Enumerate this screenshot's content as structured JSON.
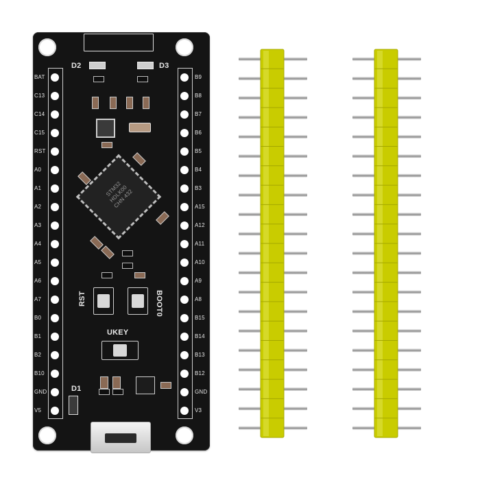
{
  "board": {
    "left_pins": [
      "BAT",
      "C13",
      "C14",
      "C15",
      "RST",
      "A0",
      "A1",
      "A2",
      "A3",
      "A4",
      "A5",
      "A6",
      "A7",
      "B0",
      "B1",
      "B2",
      "B10",
      "GND",
      "V5"
    ],
    "right_pins": [
      "B9",
      "B8",
      "B7",
      "B6",
      "B5",
      "B4",
      "B3",
      "A15",
      "A12",
      "A11",
      "A10",
      "A9",
      "A8",
      "B15",
      "B14",
      "B13",
      "B12",
      "GND",
      "V3"
    ],
    "led_left": "D2",
    "led_right": "D3",
    "diode": "D1",
    "reset_button": "RST",
    "boot_button": "BOOT0",
    "user_button": "UKEY",
    "mcu_marking": [
      "STM32",
      "HDLK00",
      "CHN 432"
    ]
  },
  "headers": {
    "count": 2,
    "pins_per_header": 20,
    "plastic_color": "#c9cc00",
    "pin_color": "#c8c8c8"
  },
  "colors": {
    "pcb": "#141414",
    "silkscreen": "#e8e8e8",
    "pad": "#ffffff"
  }
}
